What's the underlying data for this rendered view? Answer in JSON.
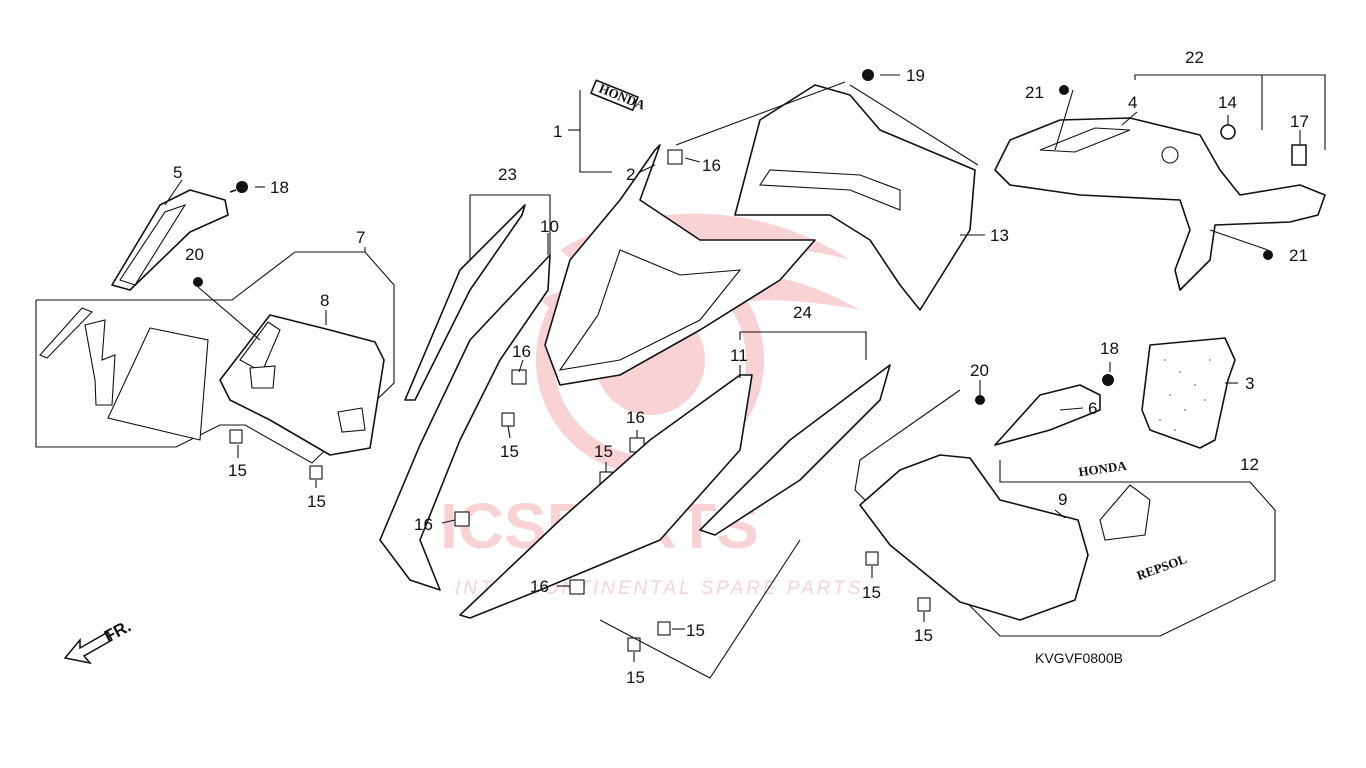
{
  "diagram": {
    "code": "KVGVF0800B",
    "direction_label": "FR.",
    "callouts": [
      "1",
      "2",
      "3",
      "4",
      "5",
      "6",
      "7",
      "8",
      "9",
      "10",
      "11",
      "12",
      "13",
      "14",
      "15",
      "16",
      "17",
      "18",
      "19",
      "20",
      "21",
      "22",
      "23",
      "24"
    ],
    "decals": {
      "brand": "HONDA",
      "sponsor": "REPSOL"
    },
    "watermark": {
      "logo_text": "ICSPARTS",
      "tagline": "INTERCONTINENTAL SPARE PARTS",
      "color": "#e0383f"
    }
  }
}
